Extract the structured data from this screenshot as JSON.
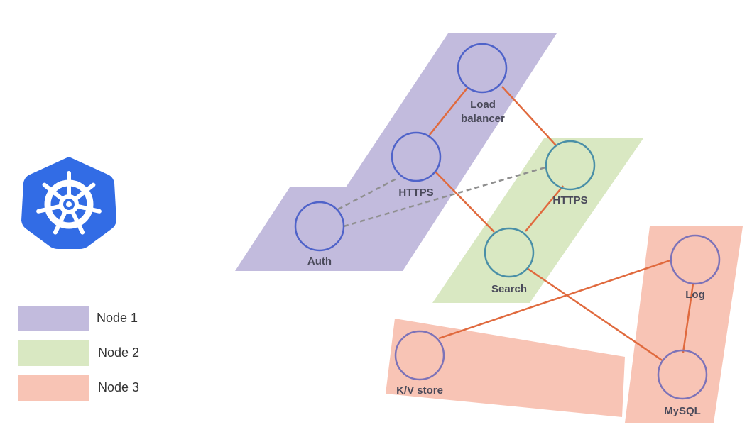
{
  "colors": {
    "node1": "#c2bbdd",
    "node2": "#d9e8c2",
    "node3": "#f8c4b5",
    "edge_solid": "#e06a3e",
    "edge_dashed": "#8f8f8f",
    "circle_purple": "#4f63c9",
    "circle_teal": "#4a8fa7",
    "circle_mauve": "#7d73b8",
    "logo_blue": "#326ce5",
    "label_text": "#4a4a5a"
  },
  "logo": {
    "icon": "kubernetes-helm-wheel-icon"
  },
  "legend": [
    {
      "label": "Node 1",
      "color": "#c2bbdd"
    },
    {
      "label": "Node 2",
      "color": "#d9e8c2"
    },
    {
      "label": "Node 3",
      "color": "#f8c4b5"
    }
  ],
  "services": {
    "load_balancer": {
      "line1": "Load",
      "line2": "balancer"
    },
    "https_node1": {
      "label": "HTTPS"
    },
    "auth": {
      "label": "Auth"
    },
    "https_node2": {
      "label": "HTTPS"
    },
    "search": {
      "label": "Search"
    },
    "log": {
      "label": "Log"
    },
    "kv_store": {
      "label": "K/V store"
    },
    "mysql": {
      "label": "MySQL"
    }
  },
  "connections": [
    {
      "from": "load_balancer",
      "to": "https_node1",
      "style": "solid"
    },
    {
      "from": "load_balancer",
      "to": "https_node2",
      "style": "solid"
    },
    {
      "from": "https_node1",
      "to": "search",
      "style": "solid"
    },
    {
      "from": "https_node2",
      "to": "search",
      "style": "solid"
    },
    {
      "from": "search",
      "to": "mysql",
      "style": "solid"
    },
    {
      "from": "log",
      "to": "kv_store",
      "style": "solid"
    },
    {
      "from": "log",
      "to": "mysql",
      "style": "solid"
    },
    {
      "from": "auth",
      "to": "https_node1",
      "style": "dashed"
    },
    {
      "from": "auth",
      "to": "https_node2",
      "style": "dashed"
    }
  ]
}
